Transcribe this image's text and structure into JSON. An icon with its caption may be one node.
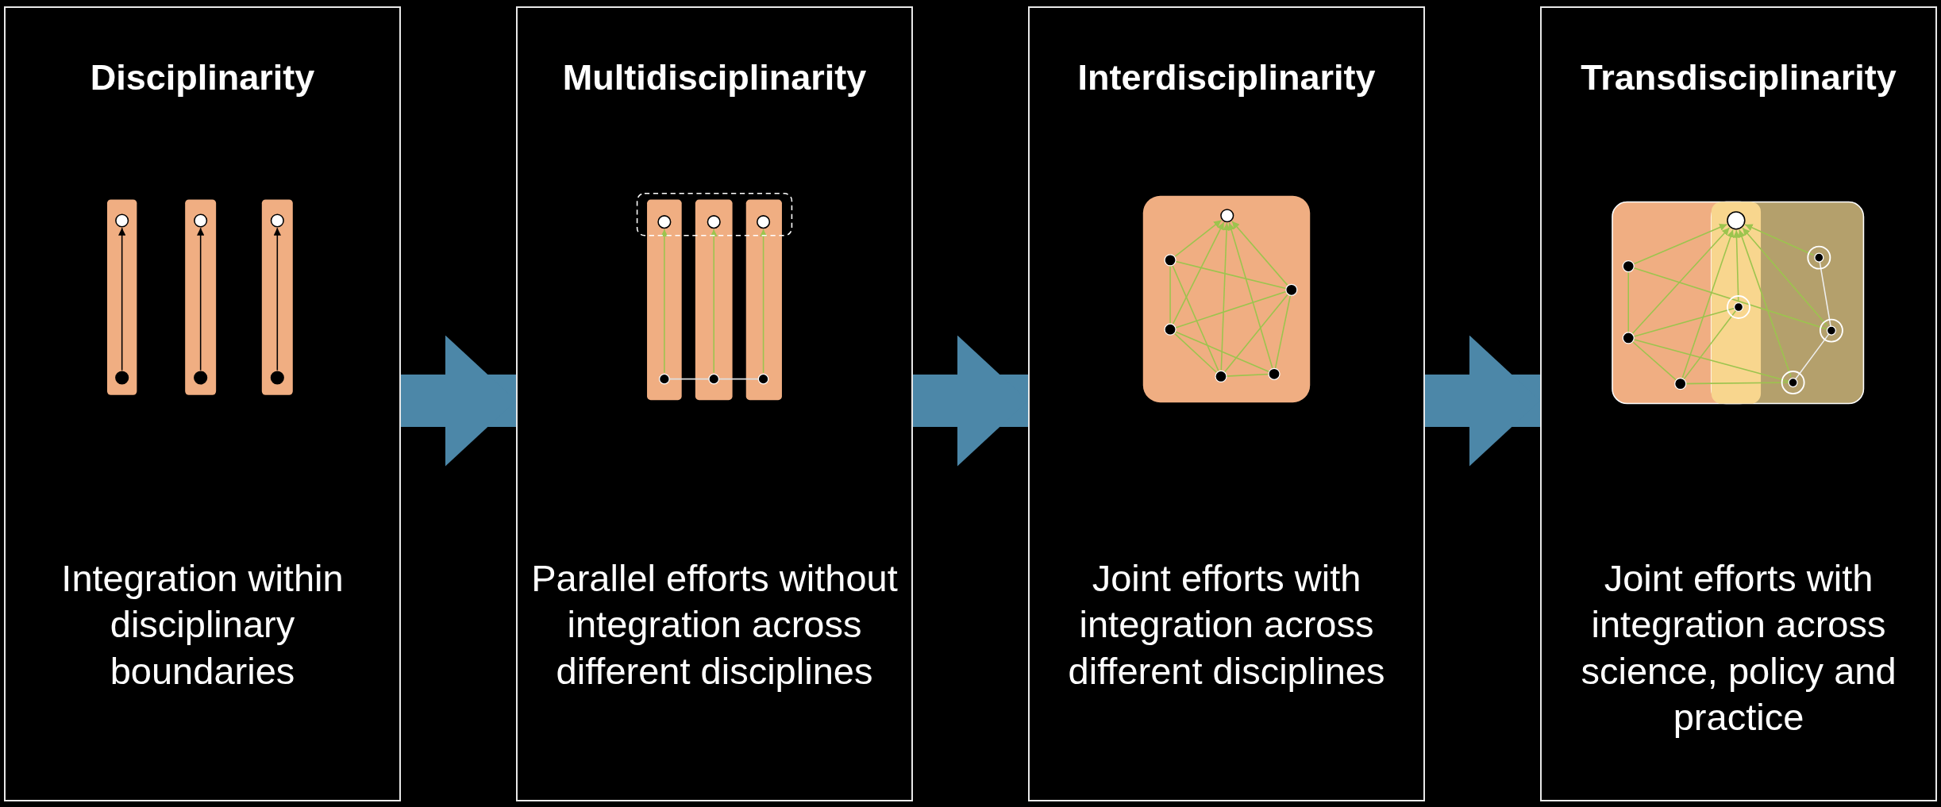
{
  "diagram": {
    "nodes": [
      {
        "text": [
          "Disciplinarity",
          "Integration within disciplinary boundaries"
        ]
      },
      {
        "text": [
          "Multidisciplinarity",
          "Parallel efforts without integration across different disciplines"
        ]
      },
      {
        "text": [
          "Interdisciplinarity",
          "Joint efforts with integration across different disciplines"
        ]
      },
      {
        "text": [
          "Transdisciplinarity",
          "Joint efforts with integration across science, policy and practice"
        ]
      }
    ],
    "edges": [
      {
        "from": 0,
        "to": 1,
        "arrow": "to"
      },
      {
        "from": 1,
        "to": 2,
        "arrow": "to"
      },
      {
        "from": 2,
        "to": 3,
        "arrow": "to"
      }
    ]
  }
}
